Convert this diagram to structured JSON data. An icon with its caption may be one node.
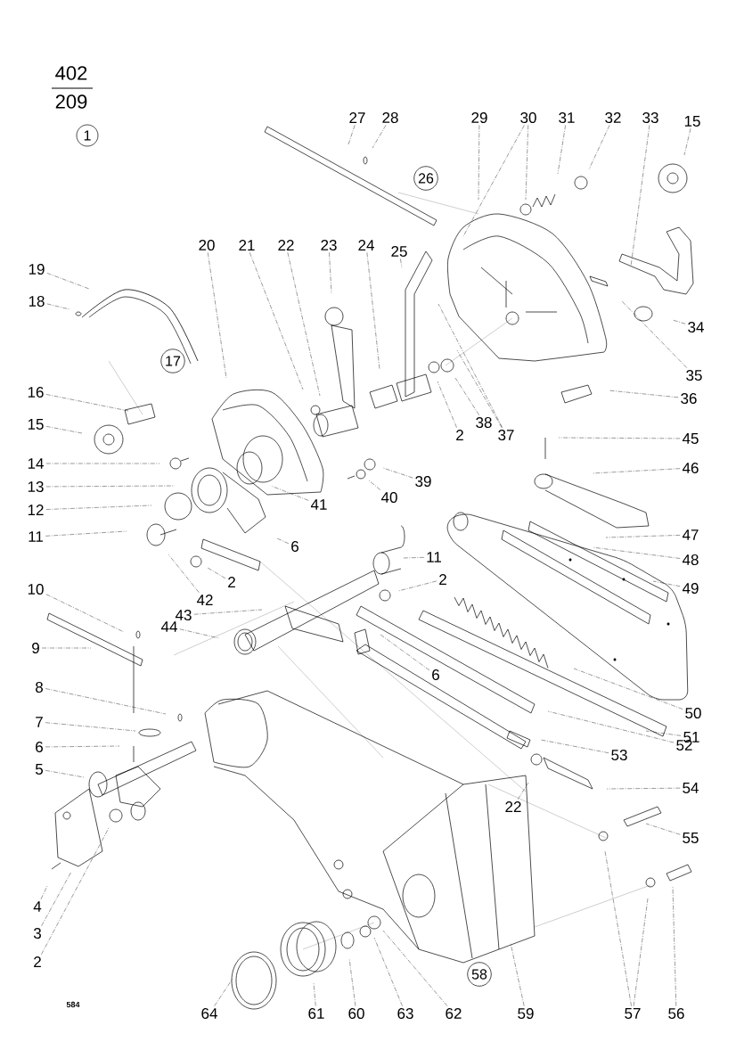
{
  "diagram": {
    "nodes": [
      {
        "text": [
          "1"
        ]
      },
      {
        "text": [
          "27"
        ]
      },
      {
        "text": [
          "28"
        ]
      },
      {
        "text": [
          "26"
        ]
      },
      {
        "text": [
          "29"
        ]
      },
      {
        "text": [
          "30"
        ]
      },
      {
        "text": [
          "31"
        ]
      },
      {
        "text": [
          "32"
        ]
      },
      {
        "text": [
          "33"
        ]
      },
      {
        "text": [
          "15"
        ]
      },
      {
        "text": [
          "20"
        ]
      },
      {
        "text": [
          "21"
        ]
      },
      {
        "text": [
          "22"
        ]
      },
      {
        "text": [
          "23"
        ]
      },
      {
        "text": [
          "24"
        ]
      },
      {
        "text": [
          "25"
        ]
      },
      {
        "text": [
          "19"
        ]
      },
      {
        "text": [
          "18"
        ]
      },
      {
        "text": [
          "17"
        ]
      },
      {
        "text": [
          "34"
        ]
      },
      {
        "text": [
          "35"
        ]
      },
      {
        "text": [
          "36"
        ]
      },
      {
        "text": [
          "16"
        ]
      },
      {
        "text": [
          "2"
        ]
      },
      {
        "text": [
          "38"
        ]
      },
      {
        "text": [
          "37"
        ]
      },
      {
        "text": [
          "15"
        ]
      },
      {
        "text": [
          "45"
        ]
      },
      {
        "text": [
          "14"
        ]
      },
      {
        "text": [
          "46"
        ]
      },
      {
        "text": [
          "13"
        ]
      },
      {
        "text": [
          "39"
        ]
      },
      {
        "text": [
          "40"
        ]
      },
      {
        "text": [
          "41"
        ]
      },
      {
        "text": [
          "12"
        ]
      },
      {
        "text": [
          "6"
        ]
      },
      {
        "text": [
          "11"
        ]
      },
      {
        "text": [
          "11"
        ]
      },
      {
        "text": [
          "47"
        ]
      },
      {
        "text": [
          "48"
        ]
      },
      {
        "text": [
          "2"
        ]
      },
      {
        "text": [
          "42"
        ]
      },
      {
        "text": [
          "2"
        ]
      },
      {
        "text": [
          "49"
        ]
      },
      {
        "text": [
          "43"
        ]
      },
      {
        "text": [
          "44"
        ]
      },
      {
        "text": [
          "10"
        ]
      },
      {
        "text": [
          "9"
        ]
      },
      {
        "text": [
          "6"
        ]
      },
      {
        "text": [
          "8"
        ]
      },
      {
        "text": [
          "7"
        ]
      },
      {
        "text": [
          "50"
        ]
      },
      {
        "text": [
          "6"
        ]
      },
      {
        "text": [
          "5"
        ]
      },
      {
        "text": [
          "51"
        ]
      },
      {
        "text": [
          "52"
        ]
      },
      {
        "text": [
          "53"
        ]
      },
      {
        "text": [
          "54"
        ]
      },
      {
        "text": [
          "22"
        ]
      },
      {
        "text": [
          "55"
        ]
      },
      {
        "text": [
          "58"
        ]
      },
      {
        "text": [
          "4"
        ]
      },
      {
        "text": [
          "3"
        ]
      },
      {
        "text": [
          "2"
        ]
      },
      {
        "text": [
          "64"
        ]
      },
      {
        "text": [
          "61"
        ]
      },
      {
        "text": [
          "60"
        ]
      },
      {
        "text": [
          "63"
        ]
      },
      {
        "text": [
          "62"
        ]
      },
      {
        "text": [
          "59"
        ]
      },
      {
        "text": [
          "57"
        ]
      },
      {
        "text": [
          "56"
        ]
      }
    ],
    "edges": [
      {
        "from": 1,
        "to": null,
        "arrow": "none"
      },
      {
        "from": 2,
        "to": null,
        "arrow": "none"
      },
      {
        "from": 4,
        "to": null,
        "arrow": "none"
      },
      {
        "from": 5,
        "to": null,
        "arrow": "none"
      },
      {
        "from": 5,
        "to": null,
        "arrow": "none"
      },
      {
        "from": 6,
        "to": null,
        "arrow": "none"
      },
      {
        "from": 7,
        "to": null,
        "arrow": "none"
      },
      {
        "from": 8,
        "to": null,
        "arrow": "none"
      },
      {
        "from": 9,
        "to": null,
        "arrow": "none"
      },
      {
        "from": 10,
        "to": null,
        "arrow": "none"
      },
      {
        "from": 11,
        "to": null,
        "arrow": "none"
      },
      {
        "from": 12,
        "to": null,
        "arrow": "none"
      },
      {
        "from": 13,
        "to": null,
        "arrow": "none"
      },
      {
        "from": 14,
        "to": null,
        "arrow": "none"
      },
      {
        "from": 15,
        "to": null,
        "arrow": "none"
      },
      {
        "from": 16,
        "to": null,
        "arrow": "none"
      },
      {
        "from": 17,
        "to": null,
        "arrow": "none"
      },
      {
        "from": 19,
        "to": null,
        "arrow": "none"
      },
      {
        "from": 20,
        "to": null,
        "arrow": "none"
      },
      {
        "from": 21,
        "to": null,
        "arrow": "none"
      },
      {
        "from": 22,
        "to": null,
        "arrow": "none"
      },
      {
        "from": 23,
        "to": null,
        "arrow": "none"
      },
      {
        "from": 24,
        "to": null,
        "arrow": "none"
      },
      {
        "from": 25,
        "to": null,
        "arrow": "none"
      },
      {
        "from": 25,
        "to": null,
        "arrow": "none"
      },
      {
        "from": 26,
        "to": null,
        "arrow": "none"
      },
      {
        "from": 27,
        "to": null,
        "arrow": "none"
      },
      {
        "from": 28,
        "to": null,
        "arrow": "none"
      },
      {
        "from": 29,
        "to": null,
        "arrow": "none"
      },
      {
        "from": 30,
        "to": null,
        "arrow": "none"
      },
      {
        "from": 31,
        "to": null,
        "arrow": "none"
      },
      {
        "from": 32,
        "to": null,
        "arrow": "none"
      },
      {
        "from": 33,
        "to": null,
        "arrow": "none"
      },
      {
        "from": 34,
        "to": null,
        "arrow": "none"
      },
      {
        "from": 35,
        "to": null,
        "arrow": "none"
      },
      {
        "from": 36,
        "to": null,
        "arrow": "none"
      },
      {
        "from": 37,
        "to": null,
        "arrow": "none"
      },
      {
        "from": 38,
        "to": null,
        "arrow": "none"
      },
      {
        "from": 39,
        "to": null,
        "arrow": "none"
      },
      {
        "from": 40,
        "to": null,
        "arrow": "none"
      },
      {
        "from": 41,
        "to": null,
        "arrow": "none"
      },
      {
        "from": 42,
        "to": null,
        "arrow": "none"
      },
      {
        "from": 43,
        "to": null,
        "arrow": "none"
      },
      {
        "from": 44,
        "to": null,
        "arrow": "none"
      },
      {
        "from": 45,
        "to": null,
        "arrow": "none"
      },
      {
        "from": 46,
        "to": null,
        "arrow": "none"
      },
      {
        "from": 47,
        "to": null,
        "arrow": "none"
      },
      {
        "from": 48,
        "to": null,
        "arrow": "none"
      },
      {
        "from": 49,
        "to": null,
        "arrow": "none"
      },
      {
        "from": 50,
        "to": null,
        "arrow": "none"
      },
      {
        "from": 51,
        "to": null,
        "arrow": "none"
      },
      {
        "from": 52,
        "to": null,
        "arrow": "none"
      },
      {
        "from": 53,
        "to": null,
        "arrow": "none"
      },
      {
        "from": 54,
        "to": null,
        "arrow": "none"
      },
      {
        "from": 55,
        "to": null,
        "arrow": "none"
      },
      {
        "from": 56,
        "to": null,
        "arrow": "none"
      },
      {
        "from": 57,
        "to": null,
        "arrow": "none"
      },
      {
        "from": 58,
        "to": null,
        "arrow": "none"
      },
      {
        "from": 59,
        "to": null,
        "arrow": "none"
      },
      {
        "from": 61,
        "to": null,
        "arrow": "none"
      },
      {
        "from": 62,
        "to": null,
        "arrow": "none"
      },
      {
        "from": 63,
        "to": null,
        "arrow": "none"
      },
      {
        "from": 64,
        "to": null,
        "arrow": "none"
      },
      {
        "from": 65,
        "to": null,
        "arrow": "none"
      },
      {
        "from": 66,
        "to": null,
        "arrow": "none"
      },
      {
        "from": 67,
        "to": null,
        "arrow": "none"
      },
      {
        "from": 68,
        "to": null,
        "arrow": "none"
      },
      {
        "from": 69,
        "to": null,
        "arrow": "none"
      },
      {
        "from": 70,
        "to": null,
        "arrow": "none"
      },
      {
        "from": 70,
        "to": null,
        "arrow": "none"
      },
      {
        "from": 71,
        "to": null,
        "arrow": "none"
      }
    ],
    "labels": [
      "402",
      "209",
      "584"
    ]
  }
}
